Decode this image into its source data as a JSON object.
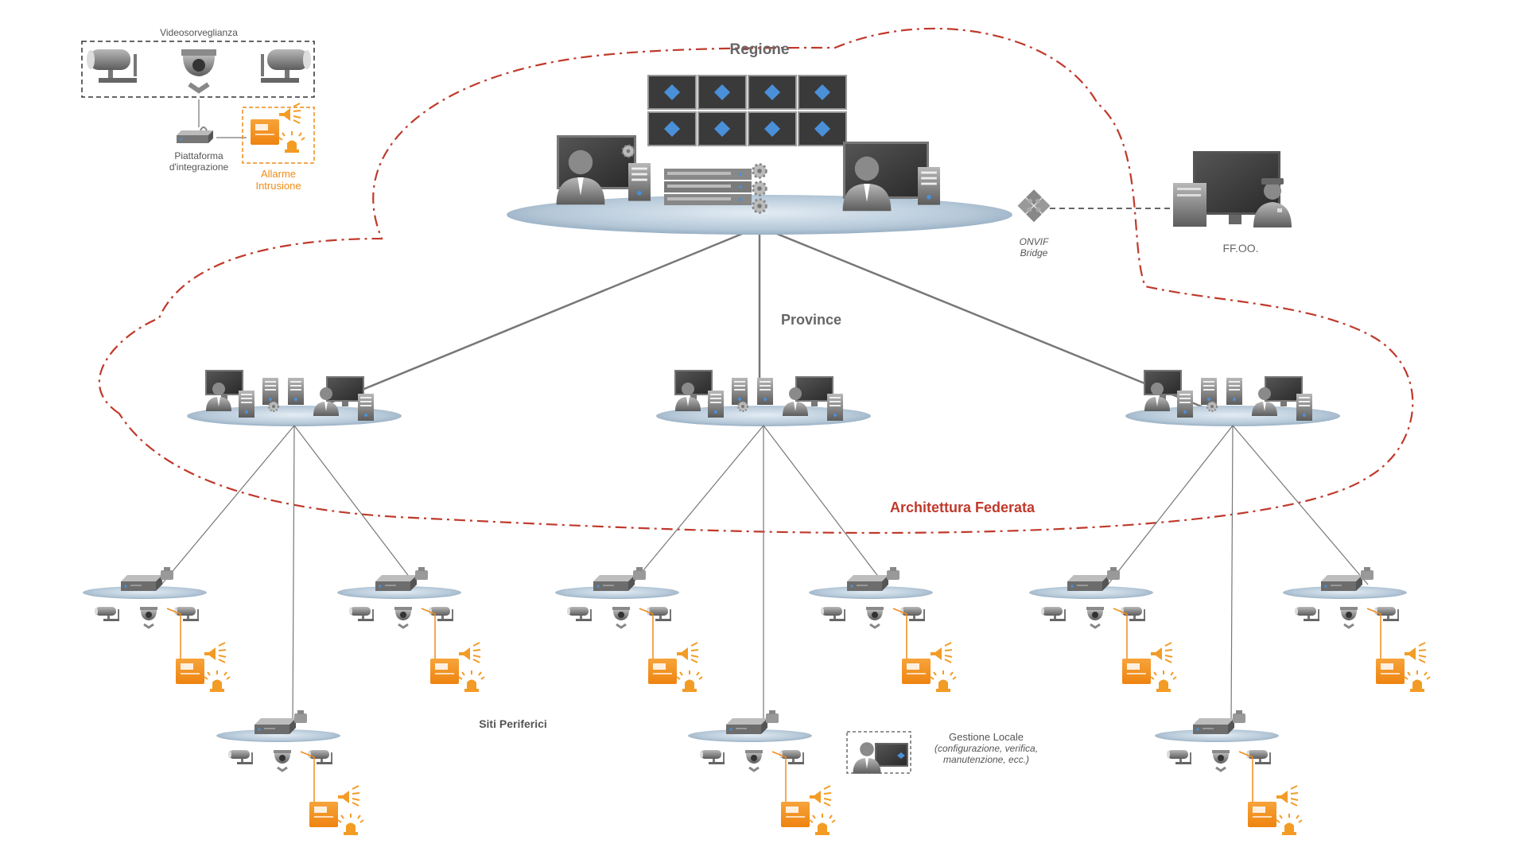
{
  "labels": {
    "videosorveglianza": "Videosorveglianza",
    "piattaforma_line1": "Piattaforma",
    "piattaforma_line2": "d'integrazione",
    "allarme_line1": "Allarme",
    "allarme_line2": "Intrusione",
    "regione": "Regione",
    "onvif_line1": "ONVIF",
    "onvif_line2": "Bridge",
    "ffoo": "FF.OO.",
    "province": "Province",
    "architettura": "Architettura Federata",
    "siti_periferici": "Siti Periferici",
    "gestione_line1": "Gestione Locale",
    "gestione_line2": "(configurazione, verifica,",
    "gestione_line3": "manutenzione, ecc.)"
  },
  "colors": {
    "federation_boundary": "#c0392b",
    "alarm": "#f39c25",
    "device_gray": "#7d7d7d",
    "platform_blue": "#9fb9cf",
    "screen_diamond": "#4a90d9"
  },
  "icons": [
    "bullet-camera-icon",
    "dome-camera-icon",
    "integration-box-icon",
    "alarm-panel-icon",
    "siren-icon",
    "operator-icon",
    "video-wall-icon",
    "server-tower-icon",
    "rack-server-icon",
    "gear-icon",
    "puzzle-bridge-icon",
    "police-officer-icon",
    "monitor-icon",
    "nvr-recorder-icon"
  ]
}
